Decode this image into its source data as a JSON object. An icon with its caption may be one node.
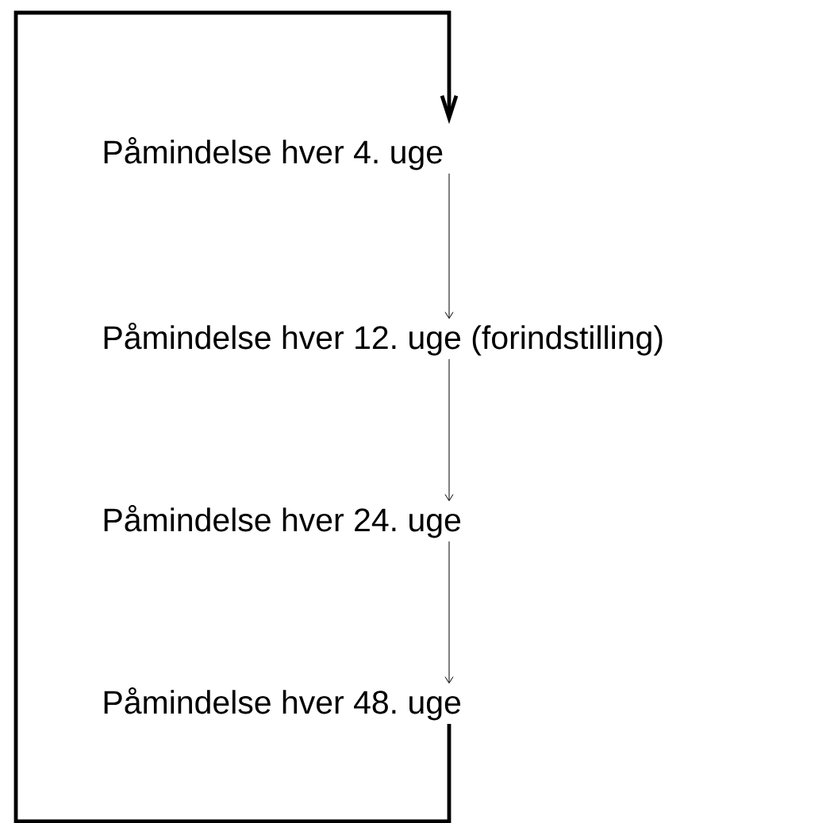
{
  "diagram": {
    "nodes": [
      {
        "text": [
          "Påmindelse hver 4. uge"
        ]
      },
      {
        "text": [
          "Påmindelse hver 12. uge (forindstilling)"
        ]
      },
      {
        "text": [
          "Påmindelse hver 24. uge"
        ]
      },
      {
        "text": [
          "Påmindelse hver 48. uge"
        ]
      }
    ],
    "edges": [
      {
        "from": 0,
        "to": 1,
        "arrow": "to"
      },
      {
        "from": 1,
        "to": 2,
        "arrow": "to"
      },
      {
        "from": 2,
        "to": 3,
        "arrow": "to"
      },
      {
        "from": 3,
        "to": 0,
        "arrow": "to",
        "style": "thick"
      }
    ]
  }
}
